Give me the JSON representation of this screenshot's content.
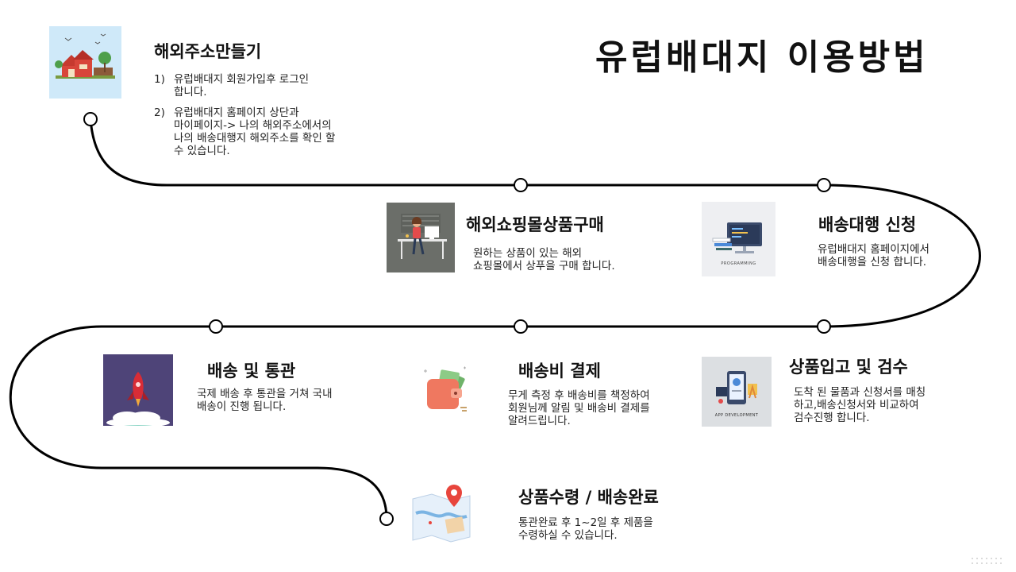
{
  "title": "유럽배대지 이용방법",
  "steps": [
    {
      "title": "해외주소만들기",
      "icon": "farm-house-icon",
      "desc": [
        {
          "num": "1)",
          "text": "유럽배대지 회원가입후 로그인\n합니다."
        },
        {
          "num": "2)",
          "text": "유럽배대지 홈페이지 상단과\n마이페이지-> 나의 해외주소에서의\n나의 배송대행지 해외주소를 확인 할\n수 있습니다."
        }
      ]
    },
    {
      "title": "해외쇼핑몰상품구매",
      "icon": "person-at-desk-icon",
      "desc": "원하는 상품이 있는 해외\n쇼핑몰에서 상푸을 구매 합니다."
    },
    {
      "title": "배송대행 신청",
      "icon": "programming-icon",
      "icon_caption": "PROGRAMMING",
      "desc": "유럽배대지 홈페이지에서\n배송대행을 신청 합니다."
    },
    {
      "title": "상품입고 및 검수",
      "icon": "app-development-icon",
      "icon_caption": "APP DEVELOPMENT",
      "desc": "도착 된 물품과 신청서를 매칭\n하고,배송신청서와 비교하여\n검수진행 합니다."
    },
    {
      "title": "배송비 결제",
      "icon": "wallet-money-icon",
      "desc": "무게 측정 후 배송비를 책정하여\n회원님께 알림 및 배송비 결제를\n알려드립니다."
    },
    {
      "title": "배송 및 통관",
      "icon": "rocket-icon",
      "desc": "국제 배송 후 통관을 거쳐 국내\n배송이 진행 됩니다."
    },
    {
      "title": "상품수령 / 배송완료",
      "icon": "map-pin-icon",
      "desc": "통관완료 후 1~2일 후 제품을\n수령하실 수 있습니다."
    }
  ],
  "colors": {
    "path": "#000000",
    "farm_bg": "#cfe9f9",
    "desk_bg": "#6b6e69",
    "programming_bg": "#eeeff2",
    "app_dev_bg": "#dcdfe2",
    "rocket_bg": "#4e4478",
    "rocket_red": "#d82c36",
    "wallet": "#ef7860",
    "pin": "#e8453c"
  }
}
